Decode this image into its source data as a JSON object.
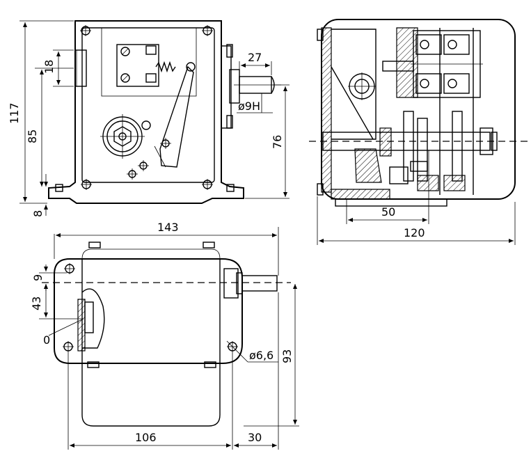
{
  "drawing": {
    "front_view": {
      "dims": {
        "total_height": "117",
        "height_85": "85",
        "slot_18": "18",
        "base_8": "8",
        "shaft_len": "27",
        "shaft_dia": "ø9H",
        "shaft_height": "76"
      }
    },
    "side_view": {
      "dims": {
        "width": "120",
        "offset": "50"
      }
    },
    "top_view": {
      "dims": {
        "width": "143",
        "left_dist": "106",
        "right_dist": "30",
        "depth": "93",
        "offset_9": "9",
        "offset_43": "43",
        "zero_mark": "0",
        "hole_dia": "ø6,6"
      }
    }
  }
}
